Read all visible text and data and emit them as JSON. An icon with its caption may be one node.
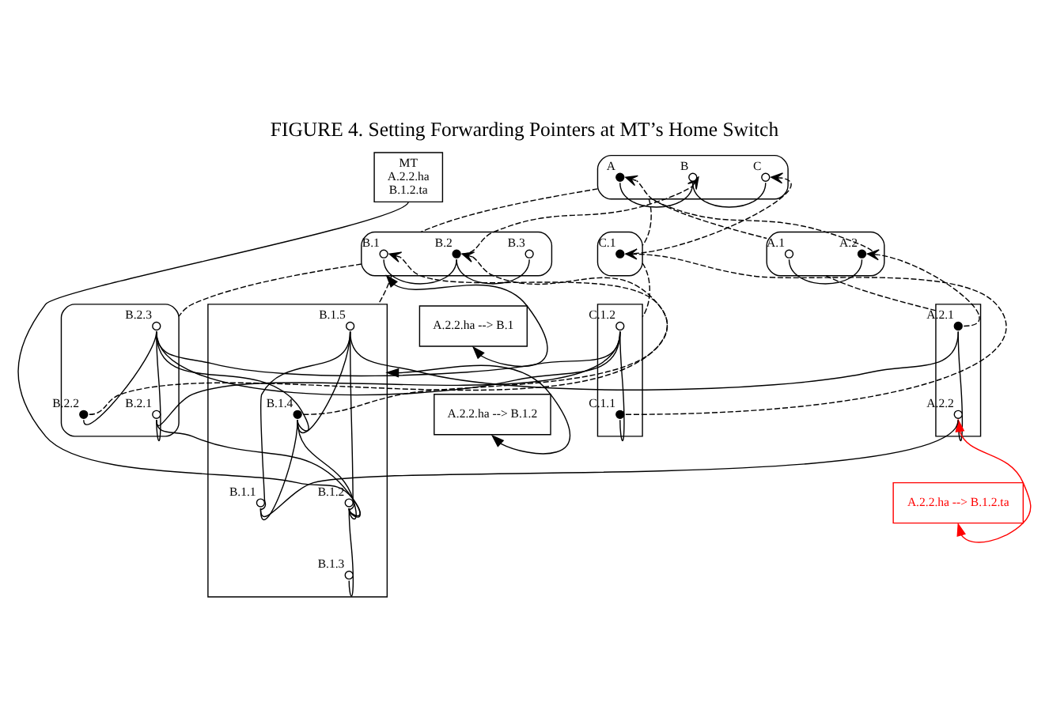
{
  "diagram": {
    "title": "FIGURE 4. Setting Forwarding Pointers at MT’s Home Switch",
    "nodes": [
      {
        "text": [
          "A.2.2.ha --> B.1"
        ]
      },
      {
        "text": [
          "A.2.2.ha --> B.1.2"
        ]
      },
      {
        "text": [
          "A.2.2.ha --> B.1.2.ta"
        ]
      },
      {
        "text": [
          "MT",
          "A.2.2.ha",
          "B.1.2.ta"
        ]
      },
      {
        "text": [],
        "shape": "ellipse"
      },
      {
        "text": [],
        "shape": "dot",
        "beside": [
          "A"
        ],
        "in": 4
      },
      {
        "text": [],
        "shape": "circle",
        "beside": [
          "B"
        ],
        "in": 4
      },
      {
        "text": [],
        "shape": "circle",
        "beside": [
          "C"
        ],
        "in": 4
      },
      {
        "text": [],
        "shape": "ellipse"
      },
      {
        "text": [],
        "shape": "circle",
        "beside": [
          "A.1"
        ],
        "in": 8
      },
      {
        "text": [],
        "shape": "dot",
        "beside": [
          "A.2"
        ],
        "in": 8
      },
      {
        "text": [],
        "shape": "ellipse"
      },
      {
        "text": [],
        "shape": "circle",
        "beside": [
          "B.1"
        ],
        "in": 11
      },
      {
        "text": [],
        "shape": "dot",
        "beside": [
          "B.2"
        ],
        "in": 11
      },
      {
        "text": [],
        "shape": "circle",
        "beside": [
          "B.3"
        ],
        "in": 11
      },
      {
        "text": [],
        "shape": "ellipse"
      },
      {
        "text": [],
        "shape": "dot",
        "beside": [
          "C.1"
        ],
        "in": 15
      },
      {
        "text": [],
        "shape": "box"
      },
      {
        "text": [],
        "shape": "dot",
        "beside": [
          "A.2.1"
        ],
        "in": 17
      },
      {
        "text": [],
        "shape": "circle",
        "beside": [
          "A.2.2"
        ],
        "in": 17
      },
      {
        "text": [],
        "shape": "box"
      },
      {
        "text": [],
        "shape": "circle",
        "beside": [
          "B.1.5"
        ],
        "in": 20
      },
      {
        "text": [],
        "shape": "dot",
        "beside": [
          "B.1.4"
        ],
        "in": 20
      },
      {
        "text": [],
        "shape": "circle",
        "beside": [
          "B.1.3"
        ],
        "in": 20
      },
      {
        "text": [],
        "shape": "circle",
        "beside": [
          "B.1.1"
        ],
        "in": 20
      },
      {
        "text": [],
        "shape": "circle",
        "beside": [
          "B.1.2"
        ],
        "in": 20
      },
      {
        "text": [],
        "shape": "ellipse"
      },
      {
        "text": [],
        "shape": "circle",
        "beside": [
          "B.2.3"
        ],
        "in": 26
      },
      {
        "text": [],
        "shape": "dot",
        "beside": [
          "B.2.2"
        ],
        "in": 26
      },
      {
        "text": [],
        "shape": "circle",
        "beside": [
          "B.2.1"
        ],
        "in": 26
      },
      {
        "text": [],
        "shape": "box"
      },
      {
        "text": [],
        "shape": "circle",
        "beside": [
          "C.1.2"
        ],
        "in": 30
      },
      {
        "text": [],
        "shape": "dot",
        "beside": [
          "C.1.1"
        ],
        "in": 30
      }
    ],
    "edges": [
      {
        "from": 5,
        "to": 6,
        "arrow": "none"
      },
      {
        "from": 6,
        "to": 7,
        "arrow": "none"
      },
      {
        "from": 9,
        "to": 10,
        "arrow": "none"
      },
      {
        "from": 12,
        "to": 13,
        "arrow": "none"
      },
      {
        "from": 13,
        "to": 14,
        "arrow": "none"
      },
      {
        "from": 18,
        "to": 19,
        "arrow": "none"
      },
      {
        "from": 18,
        "to": 21,
        "arrow": "none"
      },
      {
        "from": 19,
        "to": 24,
        "arrow": "none"
      },
      {
        "from": 21,
        "to": 22,
        "arrow": "none"
      },
      {
        "from": 21,
        "to": 24,
        "arrow": "none"
      },
      {
        "from": 21,
        "to": 25,
        "arrow": "none"
      },
      {
        "from": 22,
        "to": 24,
        "arrow": "none"
      },
      {
        "from": 22,
        "to": 25,
        "arrow": "none"
      },
      {
        "from": 25,
        "to": 23,
        "arrow": "none"
      },
      {
        "from": 22,
        "to": 27,
        "arrow": "none"
      },
      {
        "from": 25,
        "to": 29,
        "arrow": "none"
      },
      {
        "from": 27,
        "to": 28,
        "arrow": "none"
      },
      {
        "from": 27,
        "to": 29,
        "arrow": "none"
      },
      {
        "from": 27,
        "to": 31,
        "arrow": "none"
      },
      {
        "from": 29,
        "to": 31,
        "arrow": "none"
      },
      {
        "from": 31,
        "to": 32,
        "arrow": "none"
      },
      {
        "from": 3,
        "to": 25,
        "arrow": "none"
      },
      {
        "from": 8,
        "to": 4,
        "arrow": "none",
        "style": "dashed"
      },
      {
        "from": 11,
        "to": 4,
        "arrow": "none",
        "style": "dashed"
      },
      {
        "from": 15,
        "to": 4,
        "arrow": "none",
        "style": "dashed"
      },
      {
        "from": 17,
        "to": 8,
        "arrow": "none",
        "style": "dashed"
      },
      {
        "from": 20,
        "to": 11,
        "arrow": "none",
        "style": "dashed"
      },
      {
        "from": 26,
        "to": 11,
        "arrow": "none",
        "style": "dashed"
      },
      {
        "from": 30,
        "to": 15,
        "arrow": "none",
        "style": "dashed"
      },
      {
        "from": 10,
        "to": 5,
        "arrow": "to",
        "style": "dashed"
      },
      {
        "from": 13,
        "to": 6,
        "arrow": "to",
        "style": "dashed"
      },
      {
        "from": 16,
        "to": 7,
        "arrow": "to",
        "style": "dashed"
      },
      {
        "from": 18,
        "to": 10,
        "arrow": "to",
        "style": "dashed"
      },
      {
        "from": 22,
        "to": 12,
        "arrow": "to",
        "style": "dashed"
      },
      {
        "from": 28,
        "to": 13,
        "arrow": "to",
        "style": "dashed"
      },
      {
        "from": 32,
        "to": 16,
        "arrow": "to",
        "style": "dashed"
      },
      {
        "from": 11,
        "to": 0,
        "arrow": "both"
      },
      {
        "from": 20,
        "to": 1,
        "arrow": "both"
      },
      {
        "from": 19,
        "to": 2,
        "arrow": "both",
        "color": "#ff0000"
      }
    ]
  }
}
